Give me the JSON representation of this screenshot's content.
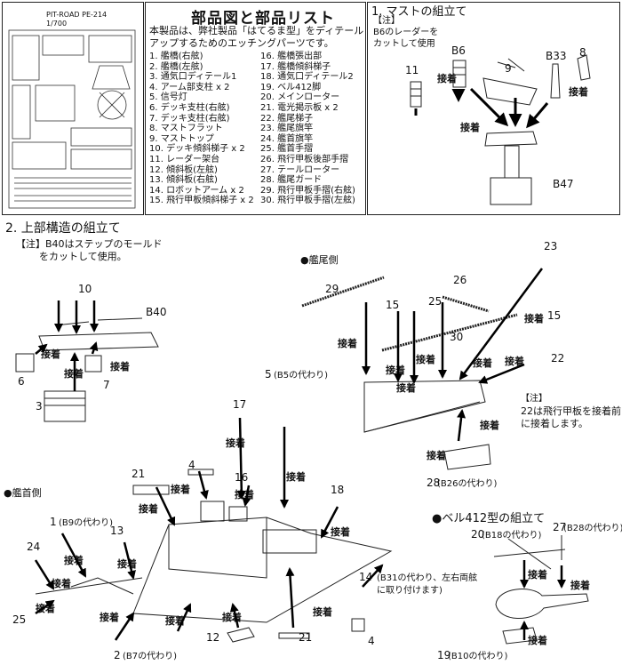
{
  "fret": {
    "header": "PIT-ROAD PE-214",
    "scale": "1/700"
  },
  "parts": {
    "title": "部品図と部品リスト",
    "intro": [
      "本製品は、弊社製品「はてるま型」をディテール",
      "アップするためのエッチングパーツです。"
    ],
    "left": [
      "1. 艦橋(右舷)",
      "2. 艦橋(左舷)",
      "3. 通気口ディテール1",
      "4. アーム部支柱 x 2",
      "5. 信号灯",
      "6. デッキ支柱(右舷)",
      "7. デッキ支柱(右舷)",
      "8. マストフラット",
      "9. マストトップ",
      "10. デッキ傾斜梯子 x 2",
      "11. レーダー架台",
      "12. 傾斜板(左舷)",
      "13. 傾斜板(右舷)",
      "14. ロボットアーム x 2",
      "15. 飛行甲板傾斜梯子 x 2"
    ],
    "right": [
      "16. 艦橋張出部",
      "17. 艦橋傾斜梯子",
      "18. 通気口ディテール2",
      "19. ベル412脚",
      "20. メインローター",
      "21. 電光掲示板 x 2",
      "22. 艦尾梯子",
      "23. 艦尾旗竿",
      "24. 艦首旗竿",
      "25. 艦首手摺",
      "26. 飛行甲板後部手摺",
      "27. テールローター",
      "28. 艦尾ガード",
      "29. 飛行甲板手摺(右舷)",
      "30. 飛行甲板手摺(左舷)"
    ]
  },
  "mast": {
    "title": "1. マストの組立て",
    "note_head": "【注】",
    "note": [
      "B6のレーダーを",
      "カットして使用"
    ],
    "labels": {
      "b6": "B6",
      "b33": "B33",
      "b47": "B47",
      "p11": "11",
      "p9": "9",
      "p8": "8"
    },
    "attach": "接着"
  },
  "upper": {
    "title": "2. 上部構造の組立て",
    "note": [
      "【注】B40はステップのモールド",
      "をカットして使用。"
    ],
    "stern_side": "●艦尾側",
    "bow_side": "●艦首側",
    "attach": "接着",
    "labels": {
      "p10": "10",
      "b40": "B40",
      "p6": "6",
      "p7": "7",
      "p3": "3",
      "p29": "29",
      "p26": "26",
      "p23": "23",
      "p15a": "15",
      "p25top": "25",
      "p30": "30",
      "p15b": "15",
      "p22": "22",
      "p5": "5",
      "p5note": "(B5の代わり)",
      "p17": "17",
      "p4": "4",
      "p21": "21",
      "p16": "16",
      "p18": "18",
      "p1": "1",
      "p1note": "(B9の代わり)",
      "p24": "24",
      "p13": "13",
      "p25": "25",
      "p2": "2",
      "p2note": "(B7の代わり)",
      "p12": "12",
      "p21b": "21",
      "p4b": "4",
      "p14": "14",
      "p14note1": "(B31の代わり、左右両舷",
      "p14note2": "に取り付けます)",
      "p28": "28",
      "p28note": "(B26の代わり)"
    },
    "note22_head": "【注】",
    "note22": [
      "22は飛行甲板を接着前",
      "に接着します。"
    ]
  },
  "bell": {
    "title": "●ベル412型の組立て",
    "p20": "20",
    "p20note": "(B18の代わり)",
    "p27": "27",
    "p27note": "(B28の代わり)",
    "p19": "19",
    "p19note": "(B10の代わり)",
    "attach": "接着"
  }
}
